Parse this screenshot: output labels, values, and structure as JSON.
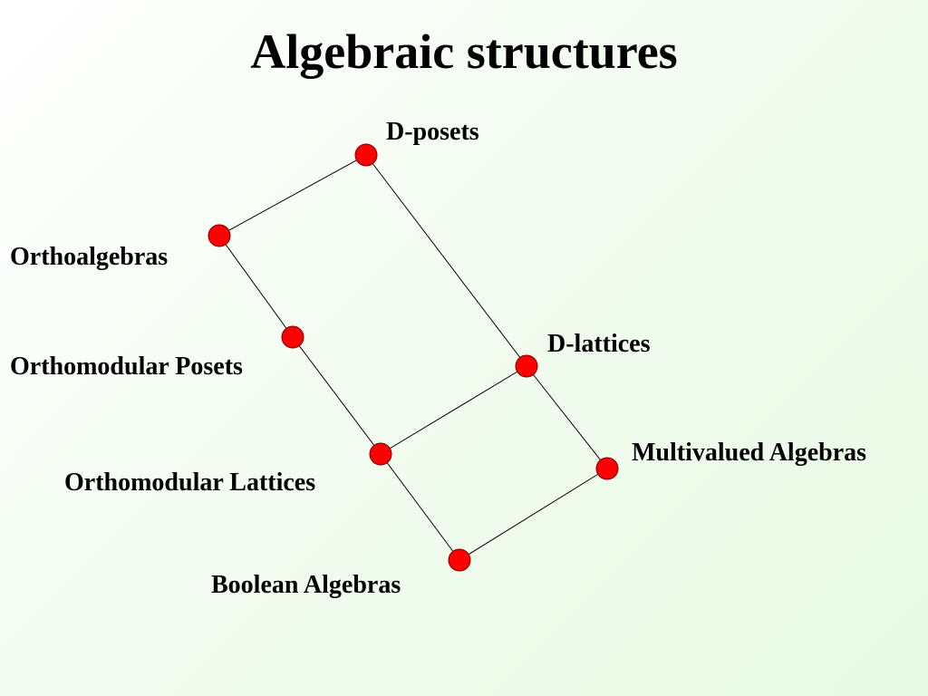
{
  "title": "Algebraic structures",
  "colors": {
    "node_fill": "#ff0000",
    "edge": "#000000",
    "text": "#000000"
  },
  "nodes": {
    "d_posets": {
      "label": "D-posets"
    },
    "orthoalgebras": {
      "label": "Orthoalgebras"
    },
    "orthomodular_posets": {
      "label": "Orthomodular Posets"
    },
    "d_lattices": {
      "label": "D-lattices"
    },
    "orthomodular_lattices": {
      "label": "Orthomodular Lattices"
    },
    "multivalued_algebras": {
      "label": "Multivalued Algebras"
    },
    "boolean_algebras": {
      "label": "Boolean Algebras"
    }
  },
  "edges": [
    [
      "d_posets",
      "orthoalgebras"
    ],
    [
      "d_posets",
      "d_lattices"
    ],
    [
      "orthoalgebras",
      "orthomodular_posets"
    ],
    [
      "orthomodular_posets",
      "orthomodular_lattices"
    ],
    [
      "d_lattices",
      "orthomodular_lattices"
    ],
    [
      "d_lattices",
      "multivalued_algebras"
    ],
    [
      "orthomodular_lattices",
      "boolean_algebras"
    ],
    [
      "multivalued_algebras",
      "boolean_algebras"
    ]
  ]
}
